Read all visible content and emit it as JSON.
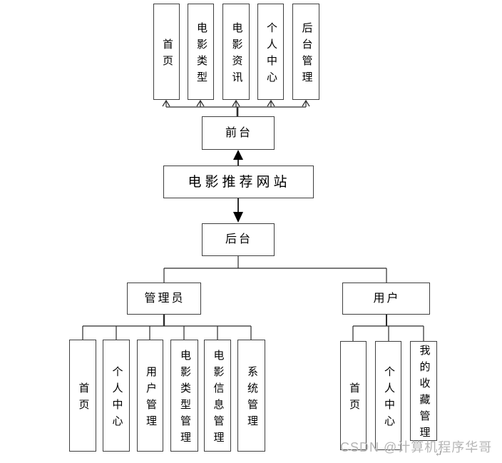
{
  "diagram": {
    "root": {
      "label": "电影推荐网站"
    },
    "front": {
      "label": "前台",
      "children": [
        "首页",
        "电影类型",
        "电影资讯",
        "个人中心",
        "后台管理"
      ]
    },
    "back": {
      "label": "后台",
      "roles": [
        {
          "label": "管理员",
          "children": [
            "首页",
            "个人中心",
            "用户管理",
            "电影类型管理",
            "电影信息管理",
            "系统管理"
          ]
        },
        {
          "label": "用户",
          "children": [
            "首页",
            "个人中心",
            "我的收藏管理"
          ]
        }
      ]
    },
    "colors": {
      "border": "#3f3f3f",
      "line": "#2b2b2b",
      "arrow_fill": "#000000",
      "text": "#000000",
      "watermark": "#b5b5b5"
    }
  },
  "watermark": {
    "text": "CSDN @计算机程序华哥",
    "return_mark": "↵"
  }
}
